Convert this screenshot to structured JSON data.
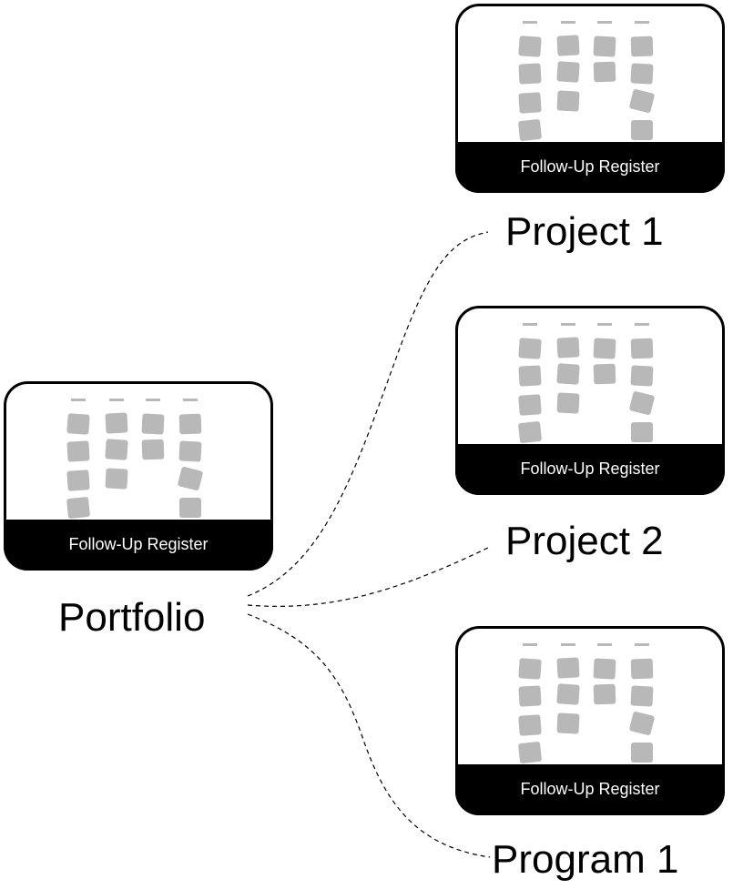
{
  "colors": {
    "card_border": "#000000",
    "card_footer": "#000000",
    "card_footer_text": "#ffffff",
    "sticky_note": "#b8b8b8",
    "connector": "#000000",
    "background": "#ffffff"
  },
  "portfolio": {
    "label": "Portfolio",
    "card": {
      "caption": "Follow-Up Register"
    }
  },
  "children": [
    {
      "label": "Project 1",
      "card": {
        "caption": "Follow-Up Register"
      }
    },
    {
      "label": "Project 2",
      "card": {
        "caption": "Follow-Up Register"
      }
    },
    {
      "label": "Program 1",
      "card": {
        "caption": "Follow-Up Register"
      }
    }
  ]
}
